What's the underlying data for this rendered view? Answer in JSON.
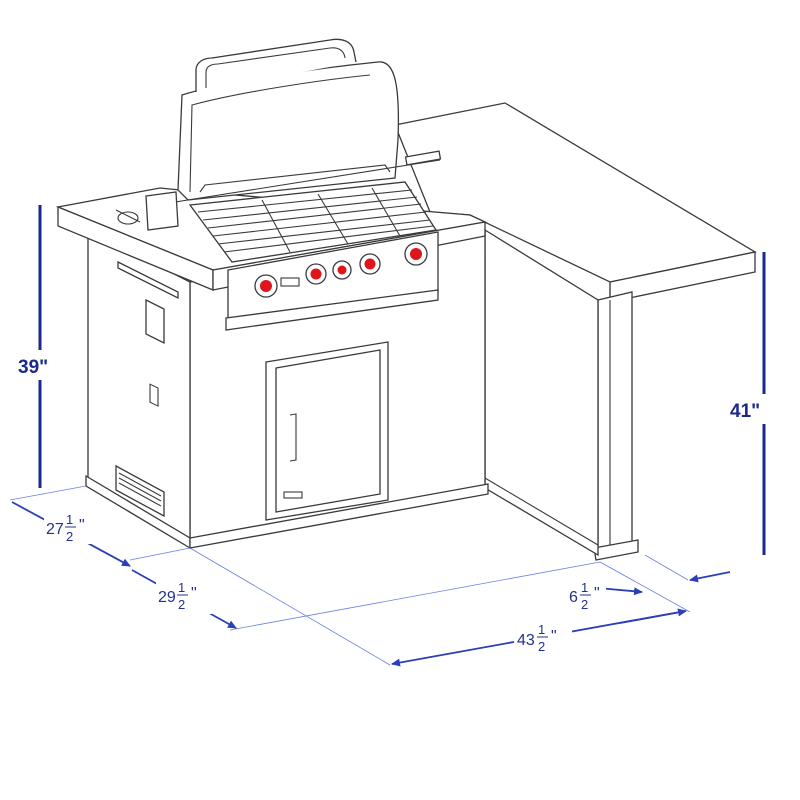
{
  "dimensions": {
    "height_left": "39\"",
    "height_right": "41\"",
    "depth_side": {
      "whole": "27",
      "num": "1",
      "den": "2",
      "unit": "\""
    },
    "width_front": {
      "whole": "29",
      "num": "1",
      "den": "2",
      "unit": "\""
    },
    "overhang": {
      "whole": "6",
      "num": "1",
      "den": "2",
      "unit": "\""
    },
    "total_width": {
      "whole": "43",
      "num": "1",
      "den": "2",
      "unit": "\""
    }
  },
  "colors": {
    "dimension_dark": "#1a2a8c",
    "dimension_light": "#5b6fd6",
    "line_art": "#3a3a3a",
    "knob_red": "#e0141b"
  }
}
